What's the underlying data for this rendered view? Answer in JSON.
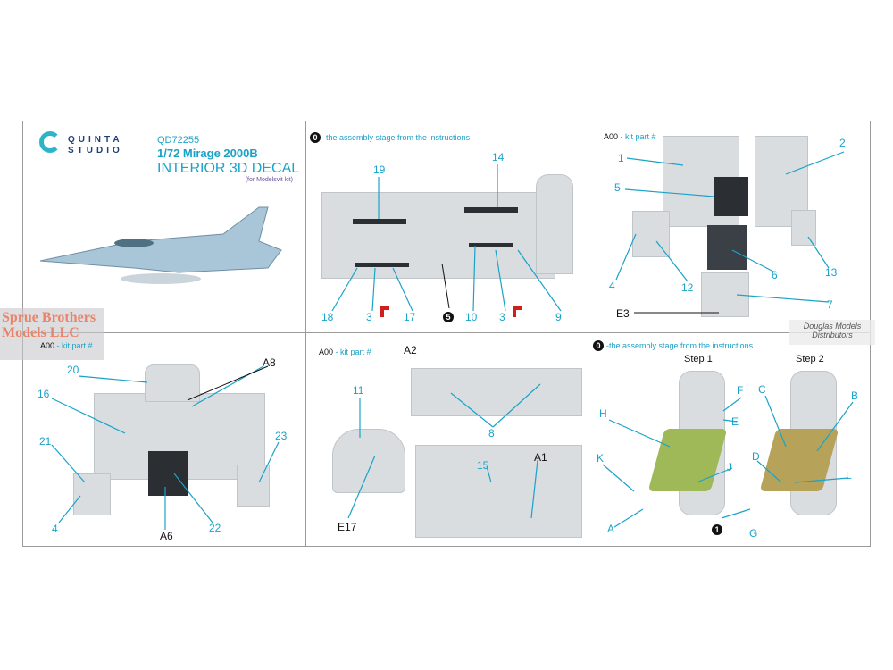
{
  "brand": {
    "line1": "QUINTA",
    "line2": "STUDIO"
  },
  "product": {
    "code": "QD72255",
    "name": "1/72 Mirage 2000B",
    "type": "INTERIOR 3D DECAL",
    "kit": "(for Modelsvit kit)"
  },
  "watermarks": {
    "left": "Sprue Brothers Models LLC",
    "right": "Douglas Models Distributors"
  },
  "assembly_stage_note": "-the assembly stage from the instructions",
  "kit_part_note": "A00",
  "kit_part_suffix": " - kit part #",
  "stage_marker": "0",
  "panel2": {
    "labels": [
      "19",
      "14",
      "18",
      "3",
      "17",
      "10",
      "3",
      "9"
    ],
    "stage": "5"
  },
  "panel3": {
    "labels": [
      "1",
      "2",
      "5",
      "4",
      "12",
      "6",
      "13",
      "7"
    ],
    "part": "E3"
  },
  "panel4": {
    "labels": [
      "20",
      "16",
      "21",
      "23",
      "4",
      "22"
    ],
    "parts": [
      "A8",
      "A6"
    ]
  },
  "panel5": {
    "labels": [
      "11",
      "8",
      "15"
    ],
    "parts": [
      "A2",
      "A1",
      "E17"
    ]
  },
  "panel6": {
    "step1": "Step 1",
    "step2": "Step 2",
    "labels": [
      "F",
      "C",
      "B",
      "E",
      "H",
      "D",
      "J",
      "L",
      "K",
      "A",
      "G"
    ],
    "stage": "1"
  }
}
